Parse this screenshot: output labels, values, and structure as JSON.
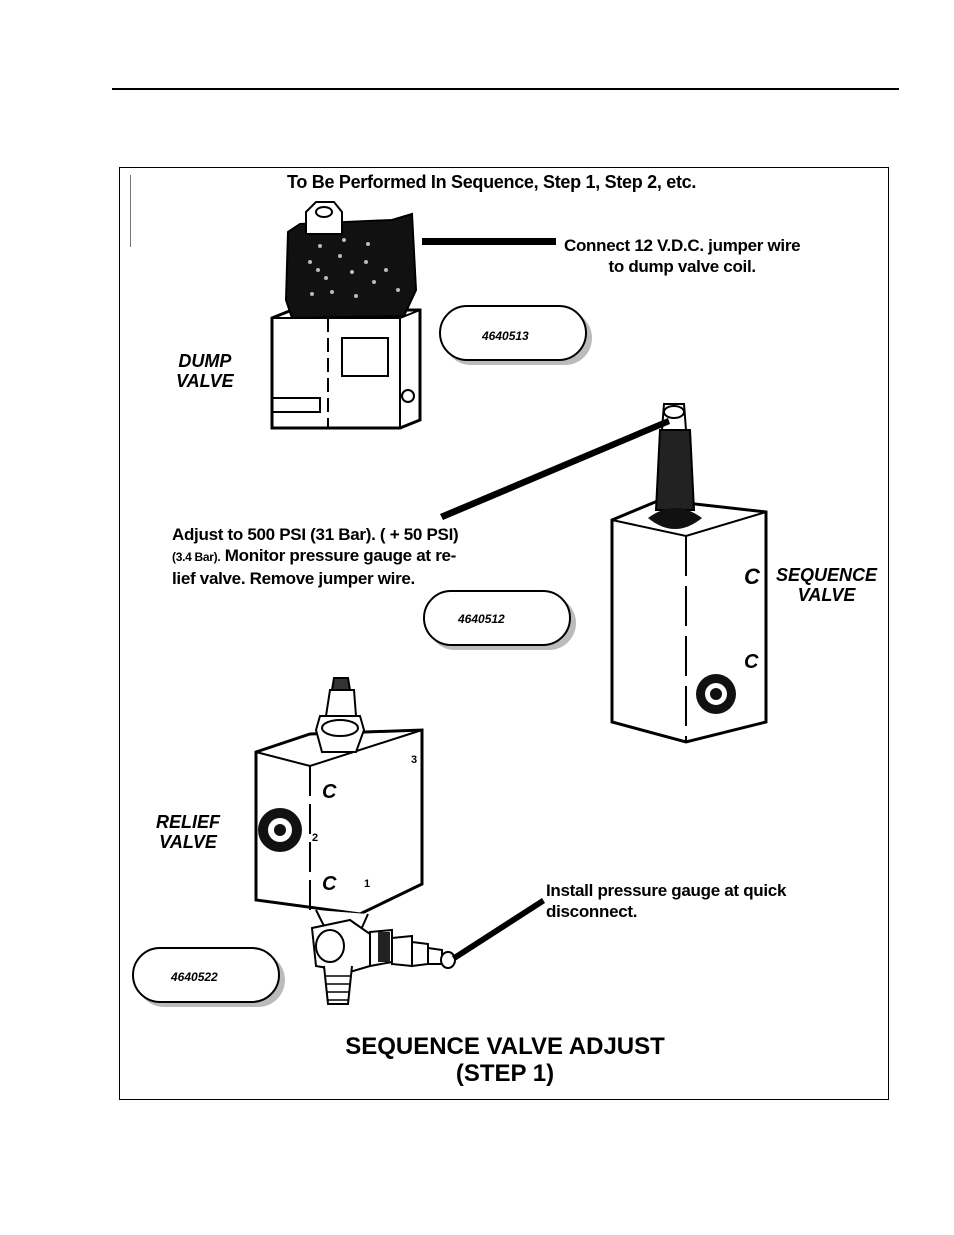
{
  "header": "To Be Performed In Sequence, Step 1, Step 2, etc.",
  "notes": {
    "connect_line1": "Connect 12 V.D.C. jumper wire",
    "connect_line2": "to dump valve coil.",
    "adjust_line1": "Adjust to 500 PSI (31 Bar). ( + 50 PSI)",
    "adjust_line2_small": "(3.4 Bar).",
    "adjust_line2_rest": "Monitor pressure gauge at re-",
    "adjust_line3": "lief valve. Remove jumper wire.",
    "install_line1": "Install pressure gauge at quick",
    "install_line2": "disconnect."
  },
  "labels": {
    "dump_1": "DUMP",
    "dump_2": "VALVE",
    "sequence_1": "SEQUENCE",
    "sequence_2": "VALVE",
    "relief_1": "RELIEF",
    "relief_2": "VALVE"
  },
  "part_numbers": {
    "dump": "4640513",
    "sequence": "4640512",
    "relief": "4640522"
  },
  "port_marks": {
    "port_3": "3",
    "port_2": "2",
    "port_1": "1"
  },
  "title": {
    "line1": "SEQUENCE VALVE ADJUST",
    "line2": "(STEP 1)"
  }
}
